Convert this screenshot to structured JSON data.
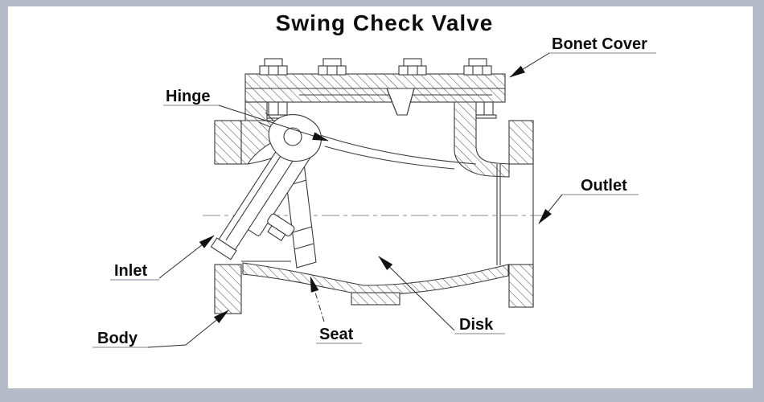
{
  "title": "Swing Check Valve",
  "labels": {
    "bonet_cover": "Bonet Cover",
    "hinge": "Hinge",
    "outlet": "Outlet",
    "inlet": "Inlet",
    "body": "Body",
    "seat": "Seat",
    "disk": "Disk"
  },
  "colors": {
    "frame_border": "#b5bbc9",
    "background": "#ffffff",
    "drawing_line": "#3a3a3a",
    "text": "#0d0d0d"
  }
}
